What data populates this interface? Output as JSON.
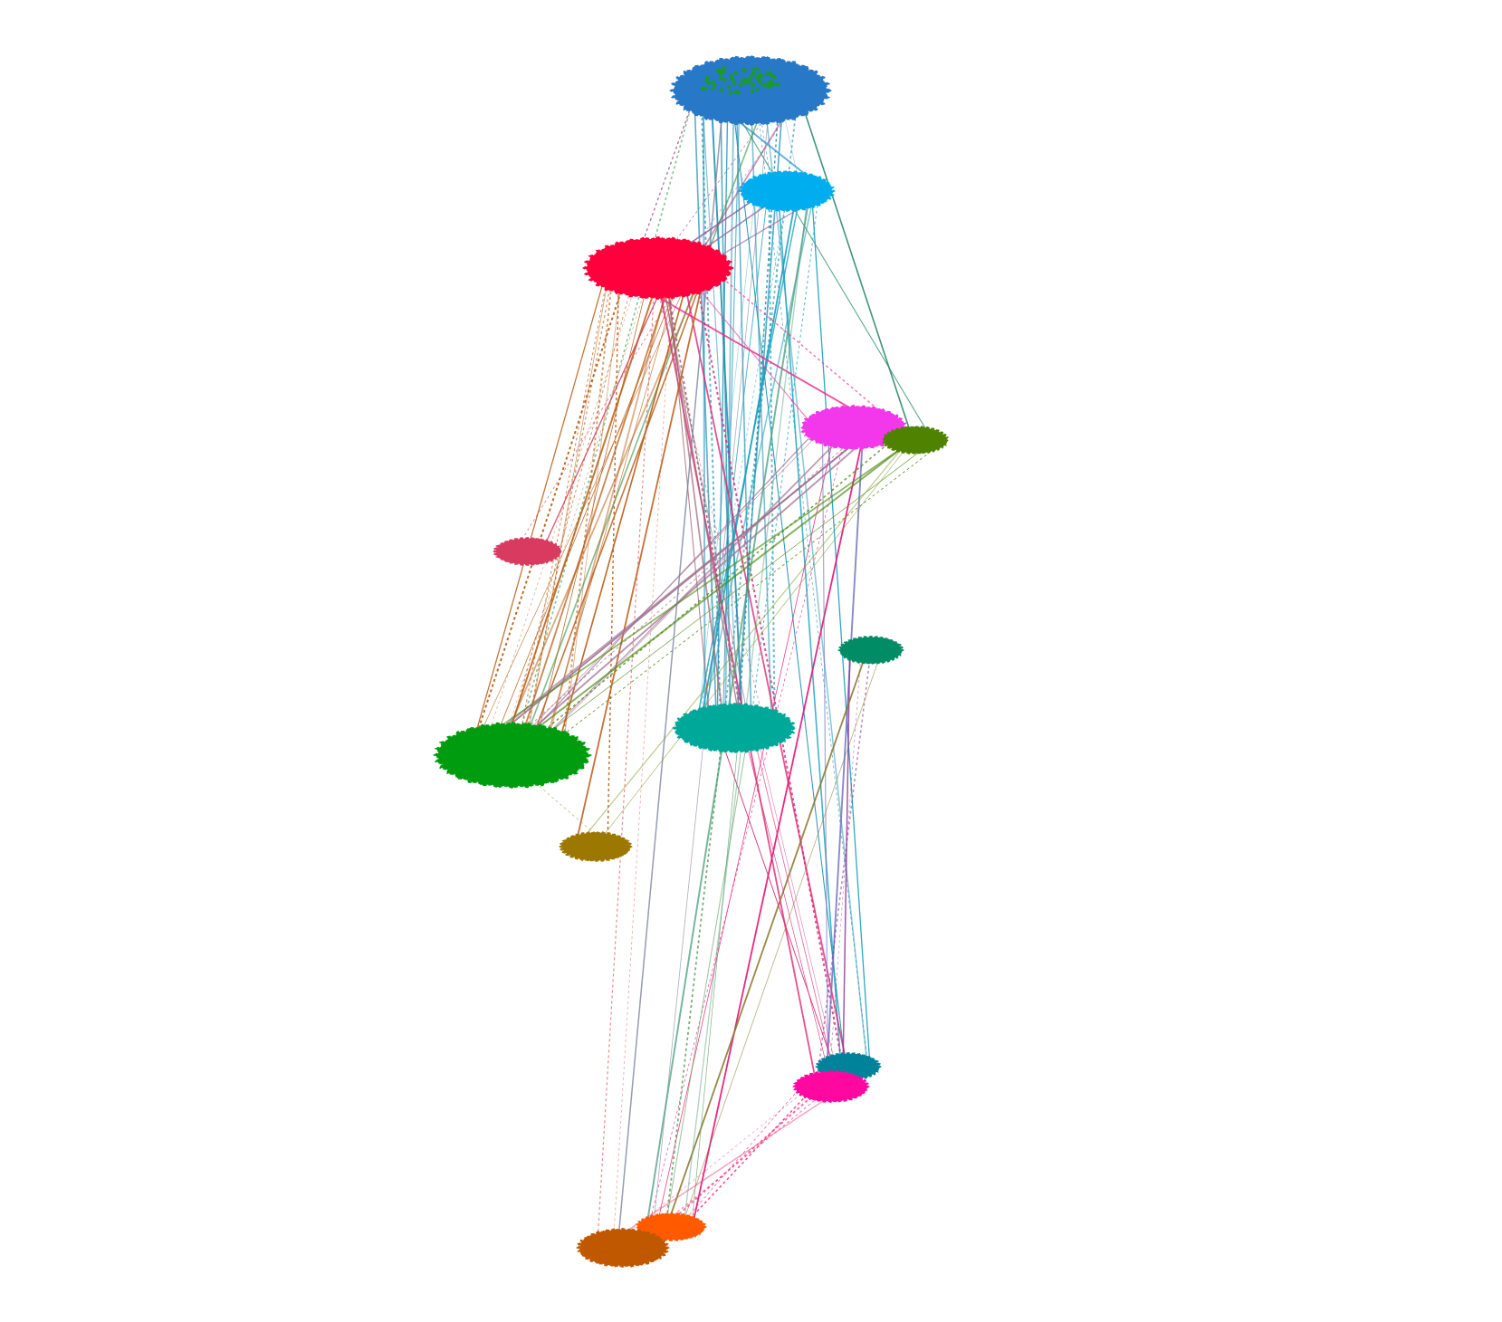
{
  "diagram": {
    "type": "network",
    "clusters": [
      {
        "id": "c1",
        "color": "#2878c8",
        "size": "large"
      },
      {
        "id": "c2",
        "color": "#00aef0",
        "size": "medium"
      },
      {
        "id": "c3",
        "color": "#ff003c",
        "size": "large"
      },
      {
        "id": "c4",
        "color": "#f238ea",
        "size": "medium"
      },
      {
        "id": "c5",
        "color": "#4e8200",
        "size": "small"
      },
      {
        "id": "c6",
        "color": "#d83a60",
        "size": "small"
      },
      {
        "id": "c7",
        "color": "#008c64",
        "size": "small"
      },
      {
        "id": "c8",
        "color": "#00a899",
        "size": "medium"
      },
      {
        "id": "c9",
        "color": "#009c10",
        "size": "large"
      },
      {
        "id": "c10",
        "color": "#9c7800",
        "size": "small"
      },
      {
        "id": "c11",
        "color": "#00829a",
        "size": "small"
      },
      {
        "id": "c12",
        "color": "#ff08a0",
        "size": "small"
      },
      {
        "id": "c13",
        "color": "#ff5a00",
        "size": "small"
      },
      {
        "id": "c14",
        "color": "#c05800",
        "size": "small"
      }
    ],
    "edges": [
      {
        "from": "c1",
        "to": "c8",
        "color": "#1e90b4",
        "count": 14
      },
      {
        "from": "c1",
        "to": "c3",
        "color": "#a04080",
        "count": 4
      },
      {
        "from": "c1",
        "to": "c2",
        "color": "#4aa0d8",
        "count": 3
      },
      {
        "from": "c1",
        "to": "c5",
        "color": "#2a8a6a",
        "count": 2
      },
      {
        "from": "c1",
        "to": "c11",
        "color": "#1e90b4",
        "count": 3
      },
      {
        "from": "c1",
        "to": "c9",
        "color": "#3a9a50",
        "count": 2
      },
      {
        "from": "c2",
        "to": "c8",
        "color": "#1aa0c0",
        "count": 8
      },
      {
        "from": "c2",
        "to": "c3",
        "color": "#8a60a0",
        "count": 3
      },
      {
        "from": "c2",
        "to": "c11",
        "color": "#1aa0c0",
        "count": 2
      },
      {
        "from": "c3",
        "to": "c9",
        "color": "#b85a10",
        "count": 20
      },
      {
        "from": "c3",
        "to": "c4",
        "color": "#f0308c",
        "count": 3
      },
      {
        "from": "c3",
        "to": "c12",
        "color": "#e02070",
        "count": 3
      },
      {
        "from": "c3",
        "to": "c8",
        "color": "#a06070",
        "count": 6
      },
      {
        "from": "c3",
        "to": "c14",
        "color": "#e05050",
        "count": 2
      },
      {
        "from": "c3",
        "to": "c6",
        "color": "#d04060",
        "count": 2
      },
      {
        "from": "c3",
        "to": "c10",
        "color": "#c06020",
        "count": 2
      },
      {
        "from": "c4",
        "to": "c9",
        "color": "#a07090",
        "count": 8
      },
      {
        "from": "c4",
        "to": "c13",
        "color": "#e81878",
        "count": 3
      },
      {
        "from": "c4",
        "to": "c11",
        "color": "#7070c0",
        "count": 2
      },
      {
        "from": "c5",
        "to": "c9",
        "color": "#4a8a10",
        "count": 5
      },
      {
        "from": "c5",
        "to": "c10",
        "color": "#7a9a20",
        "count": 2
      },
      {
        "from": "c7",
        "to": "c12",
        "color": "#8a3090",
        "count": 3
      },
      {
        "from": "c7",
        "to": "c13",
        "color": "#8a7a30",
        "count": 2
      },
      {
        "from": "c8",
        "to": "c12",
        "color": "#d82878",
        "count": 4
      },
      {
        "from": "c8",
        "to": "c13",
        "color": "#60a060",
        "count": 3
      },
      {
        "from": "c9",
        "to": "c10",
        "color": "#8aa040",
        "count": 1
      },
      {
        "from": "c12",
        "to": "c13",
        "color": "#ff2a80",
        "count": 4
      },
      {
        "from": "c12",
        "to": "c14",
        "color": "#f04878",
        "count": 2
      },
      {
        "from": "c1",
        "to": "c14",
        "color": "#7a80a0",
        "count": 2
      },
      {
        "from": "c2",
        "to": "c13",
        "color": "#50a080",
        "count": 2
      }
    ]
  }
}
